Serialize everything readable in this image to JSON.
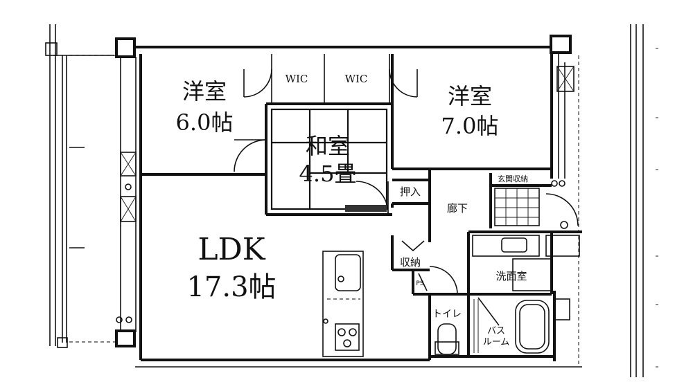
{
  "rooms": {
    "western_room_left": {
      "name": "洋室",
      "size": "6.0帖"
    },
    "western_room_right": {
      "name": "洋室",
      "size": "7.0帖"
    },
    "japanese_room": {
      "name": "和室",
      "size": "4.5畳"
    },
    "ldk": {
      "name": "LDK",
      "size": "17.3帖"
    },
    "wic_left": "WIC",
    "wic_right": "WIC",
    "closet": "押入",
    "hallway": "廊下",
    "entrance_storage": "玄関収納",
    "storage": "収納",
    "pipe_space": "PS",
    "washroom": "洗面室",
    "toilet": "トイレ",
    "bathroom": {
      "line1": "バス",
      "line2": "ルーム"
    }
  }
}
